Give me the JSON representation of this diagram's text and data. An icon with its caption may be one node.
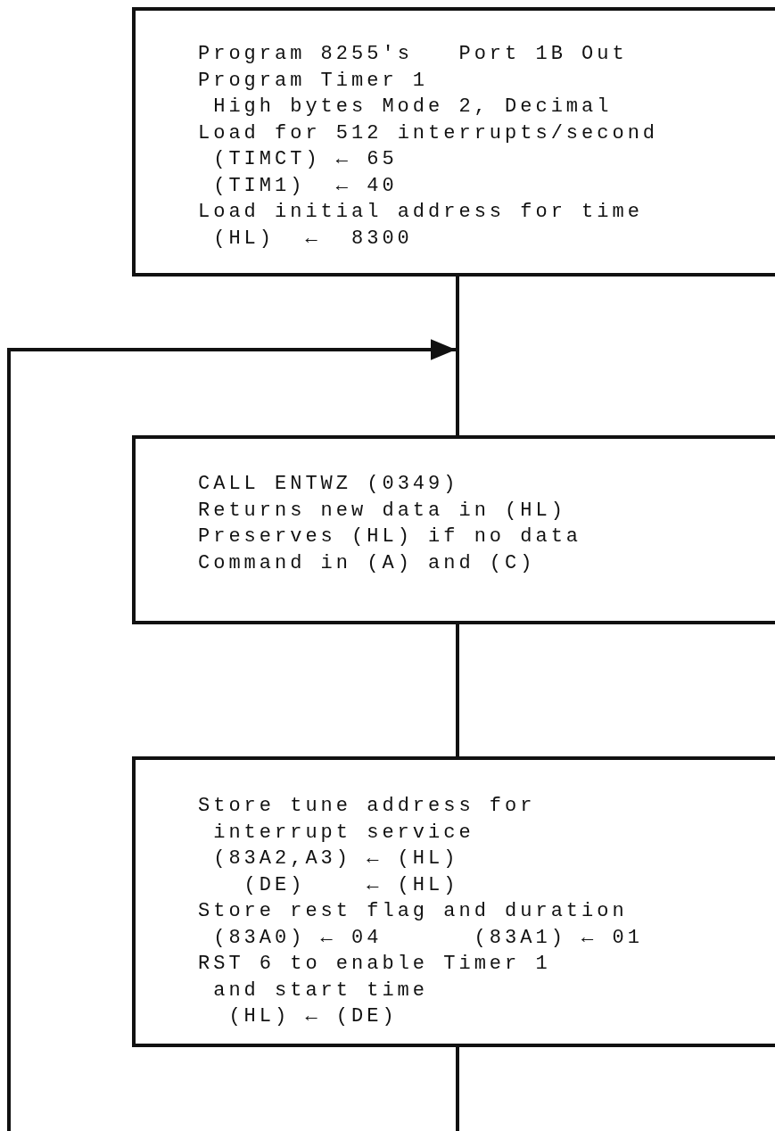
{
  "diagram": {
    "nodes": [
      {
        "text": [
          "Program 8255's   Port 1B Out",
          "Program Timer 1",
          "High bytes Mode 2, Decimal",
          "Load for 512 interrupts/second",
          "(TIMCT) ← 65",
          "(TIM1)  ← 40",
          "Load initial address for time",
          "(HL)  ←  8300"
        ]
      },
      {
        "text": [
          "CALL ENTWZ (0349)",
          "Returns new data in (HL)",
          "Preserves (HL) if no data",
          "Command in (A) and (C)"
        ]
      },
      {
        "text": [
          "Store tune address for",
          "interrupt service",
          "(83A2,A3) ← (HL)",
          "(DE)    ← (HL)",
          "Store rest flag and duration",
          "(83A0) ← 04      (83A1) ← 01",
          "RST 6 to enable Timer 1",
          "and start time",
          "(HL) ← (DE)"
        ]
      }
    ],
    "edges": [
      {
        "from": 0,
        "to": 1,
        "arrow": "none"
      },
      {
        "from": null,
        "to": 1,
        "arrow": "to"
      },
      {
        "from": 1,
        "to": 2,
        "arrow": "none"
      },
      {
        "from": 2,
        "to": null,
        "arrow": "none"
      }
    ]
  }
}
